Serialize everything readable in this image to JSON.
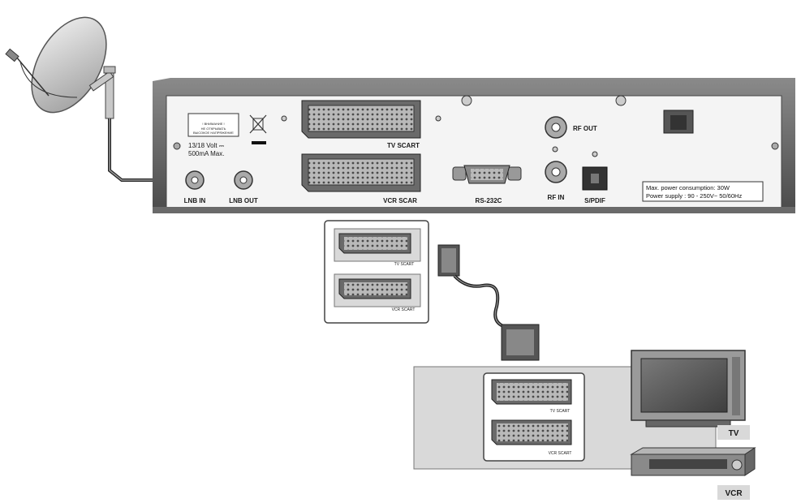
{
  "receiver": {
    "warning_title": "! ВНИМАНИЕ !",
    "warning_line1": "НЕ ОТКРЫВАТЬ",
    "warning_line2": "ВЫСОКОЕ НАПРЯЖЕНИЕ",
    "voltage_line1": "13/18 Volt ⎓",
    "voltage_line2": "500mA Max.",
    "lnb_in": "LNB IN",
    "lnb_out": "LNB OUT",
    "tv_scart": "TV SCART",
    "vcr_scart": "VCR SCAR",
    "rs232": "RS-232C",
    "rf_out": "RF OUT",
    "rf_in": "RF IN",
    "spdif": "S/PDIF",
    "power_line1": "Max. power consumption: 30W",
    "power_line2": "Power supply : 90 - 250V~ 50/60Hz"
  },
  "detail_panel": {
    "tv_scart": "TV SCART",
    "vcr_scart": "VCR SCART"
  },
  "tv_panel": {
    "tv_scart": "TV SCART",
    "vcr_scart": "VCR SCART"
  },
  "devices": {
    "tv_label": "TV",
    "vcr_label": "VCR"
  },
  "colors": {
    "panel": "#d9d9d9",
    "device_dark": "#5c5c5c",
    "line": "#222222"
  }
}
